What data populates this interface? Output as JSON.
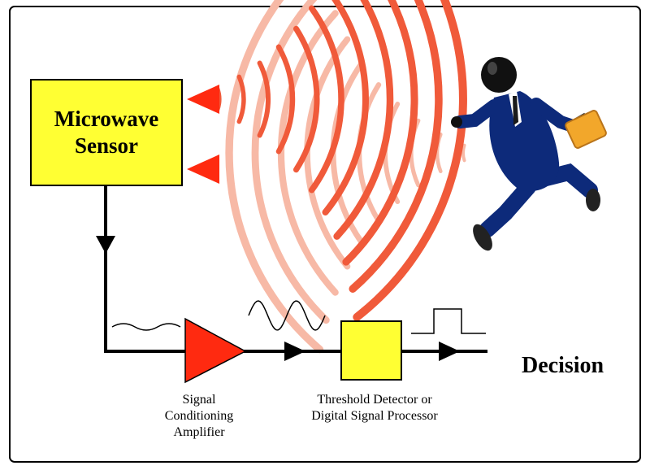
{
  "sensor": {
    "line1": "Microwave",
    "line2": "Sensor"
  },
  "amplifier": {
    "line1": "Signal",
    "line2": "Conditioning",
    "line3": "Amplifier"
  },
  "detector": {
    "line1": "Threshold Detector or",
    "line2": "Digital Signal Processor"
  },
  "output": {
    "label": "Decision"
  },
  "colors": {
    "sensor_fill": "#ffff33",
    "detector_fill": "#ffff33",
    "amplifier_fill": "#ff2a10",
    "transmitter_fill": "#ff2a10",
    "wave_strong": "#f05a3a",
    "wave_faint": "#f7b9a6",
    "line": "#000000",
    "suit": "#0d2a7a",
    "briefcase": "#f2a72b"
  },
  "icons": [
    "transmit-triangle-icon",
    "running-person-icon",
    "briefcase-icon",
    "flow-arrow-icon"
  ]
}
